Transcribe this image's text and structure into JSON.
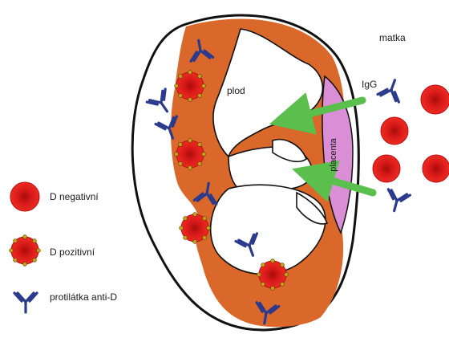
{
  "labels": {
    "matka": "matka",
    "plod": "plod",
    "igg": "IgG",
    "placenta": "placenta"
  },
  "legend": {
    "d_negative": "D negativní",
    "d_positive": "D pozitivní",
    "antibody": "protilátka anti-D"
  },
  "colors": {
    "cell_red": "#e0201e",
    "cell_dark": "#b50f10",
    "antigen_dot": "#c9a21c",
    "antibody_blue": "#2c3a8c",
    "uterus_orange": "#d9682a",
    "placenta_pink": "#d98ed6",
    "arrow_green": "#5bbf4e"
  }
}
